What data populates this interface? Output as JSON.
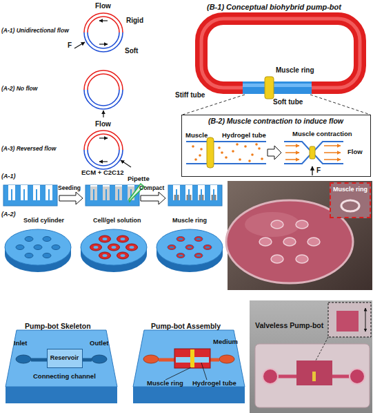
{
  "diagram": {
    "nodes": [
      {
        "text": [
          "(B-2) Muscle contraction to induce flow",
          "Muscle",
          "Hydrogel tube",
          "Muscle contraction",
          "F",
          "Flow"
        ]
      },
      {
        "text": [
          "Muscle ring"
        ]
      },
      {
        "text": [
          "Pump-bot Skeleton",
          "Inlet",
          "Outlet",
          "Connecting channel"
        ]
      },
      {
        "text": [
          "Reservoir"
        ],
        "in": 2
      },
      {
        "text": [
          "Pump-bot Assembly",
          "Medium",
          "Muscle ring",
          "Hydrogel tube"
        ]
      },
      {
        "text": [
          "Valveless Pump-bot"
        ]
      }
    ],
    "labels": [
      "Flow",
      "Rigid",
      "(A-1) Unidirectional flow",
      "F",
      "Soft",
      "(A-2) No flow",
      "Flow",
      "(A-3) Reversed flow",
      "(B-1) Conceptual biohybrid pump-bot",
      "Muscle ring",
      "Stiff tube",
      "Soft tube",
      "(A-1)",
      "ECM + C2C12",
      "Pipette",
      "Seeding",
      "Compact",
      "(A-2)",
      "Solid cylinder",
      "Cell/gel solution",
      "Muscle ring"
    ]
  }
}
